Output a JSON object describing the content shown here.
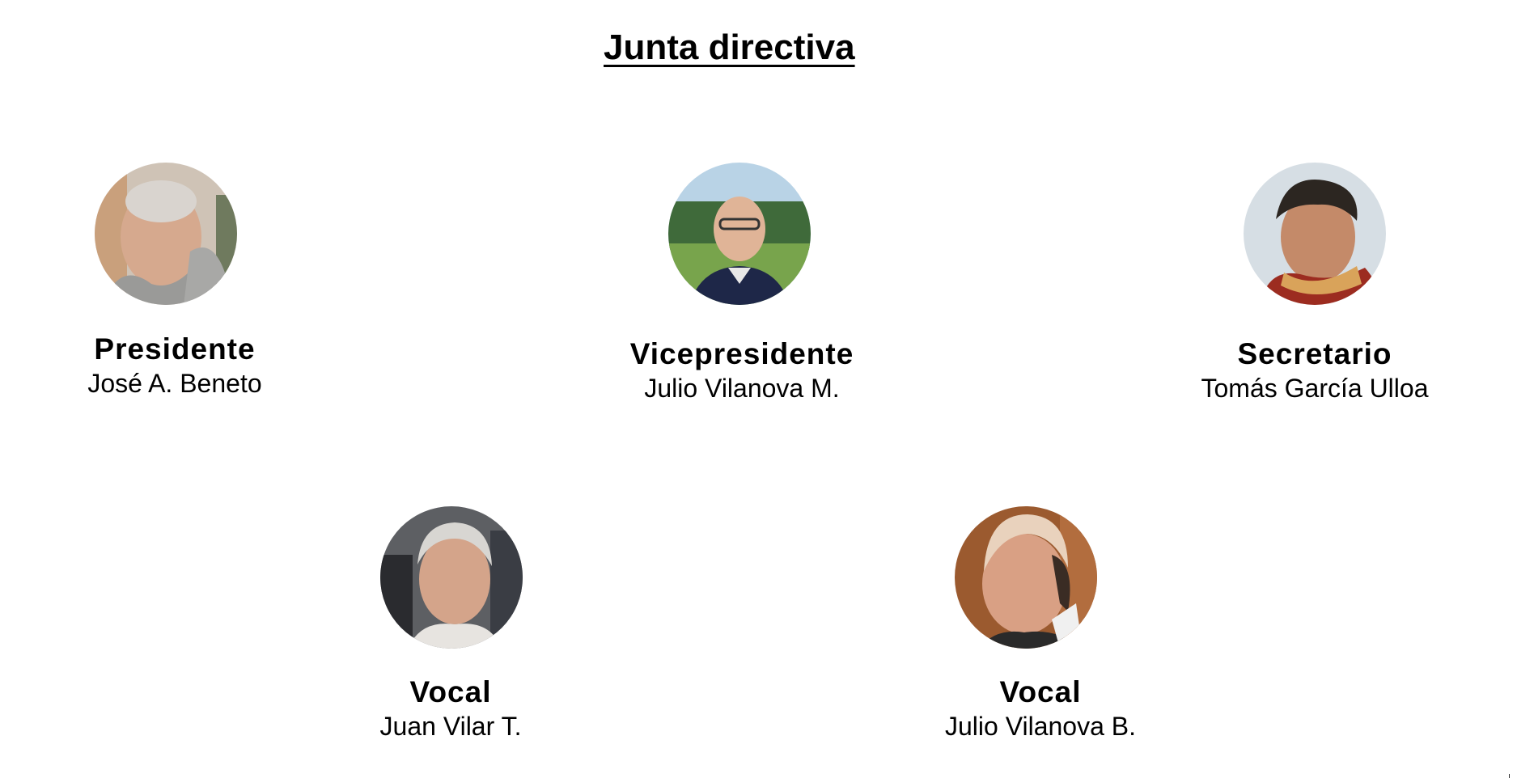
{
  "header": {
    "title": "Junta directiva"
  },
  "members": [
    {
      "role": "Presidente",
      "name": "José A. Beneto",
      "avatar_icon": "person-photo-icon"
    },
    {
      "role": "Vicepresidente",
      "name": "Julio Vilanova M.",
      "avatar_icon": "person-photo-icon"
    },
    {
      "role": "Secretario",
      "name": "Tomás García Ulloa",
      "avatar_icon": "person-photo-icon"
    },
    {
      "role": "Vocal",
      "name": "Juan Vilar T.",
      "avatar_icon": "person-photo-icon"
    },
    {
      "role": "Vocal",
      "name": "Julio Vilanova B.",
      "avatar_icon": "person-photo-icon"
    }
  ],
  "colors": {
    "text": "#000000",
    "background": "#ffffff"
  }
}
